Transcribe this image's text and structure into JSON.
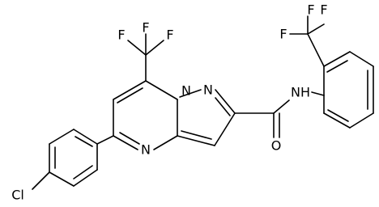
{
  "molecule": {
    "atoms": {
      "f1": "F",
      "f2": "F",
      "f3": "F",
      "f4": "F",
      "f5": "F",
      "f6": "F",
      "n1": "N",
      "n2": "N",
      "n3": "N",
      "nh": "NH",
      "o": "O",
      "cl": "Cl"
    }
  }
}
